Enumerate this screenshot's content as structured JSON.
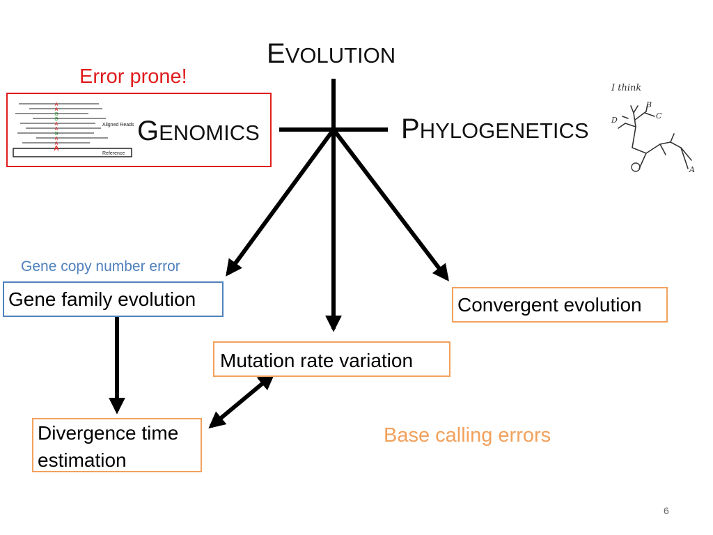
{
  "slide": {
    "title": {
      "cap": "E",
      "rest": "volution"
    },
    "left_label": {
      "cap": "G",
      "rest": "enomics"
    },
    "right_label": {
      "cap": "P",
      "rest": "hylogenetics"
    },
    "error_prone": "Error prone!",
    "gene_copy_note": "Gene copy number error",
    "base_calling_note": "Base calling errors",
    "page_number": "6",
    "colors": {
      "red": "#e01d1d",
      "blue": "#4f81bd",
      "orange": "#f2a15c"
    }
  },
  "boxes": {
    "gene_family": "Gene family evolution",
    "convergent": "Convergent evolution",
    "mutation_rate": "Mutation rate variation",
    "divergence_line1": "Divergence time",
    "divergence_line2": "estimation"
  },
  "alignment_figure": {
    "bases": [
      "A",
      "A",
      "G",
      "G",
      "A",
      "A",
      "G",
      "A",
      "A"
    ],
    "aligned_reads_label": "Aligned Reads",
    "reference_label": "Reference",
    "reference_base": "A"
  },
  "darwin_sketch": {
    "caption": "I think",
    "labels": [
      "B",
      "C",
      "D",
      "A"
    ]
  }
}
